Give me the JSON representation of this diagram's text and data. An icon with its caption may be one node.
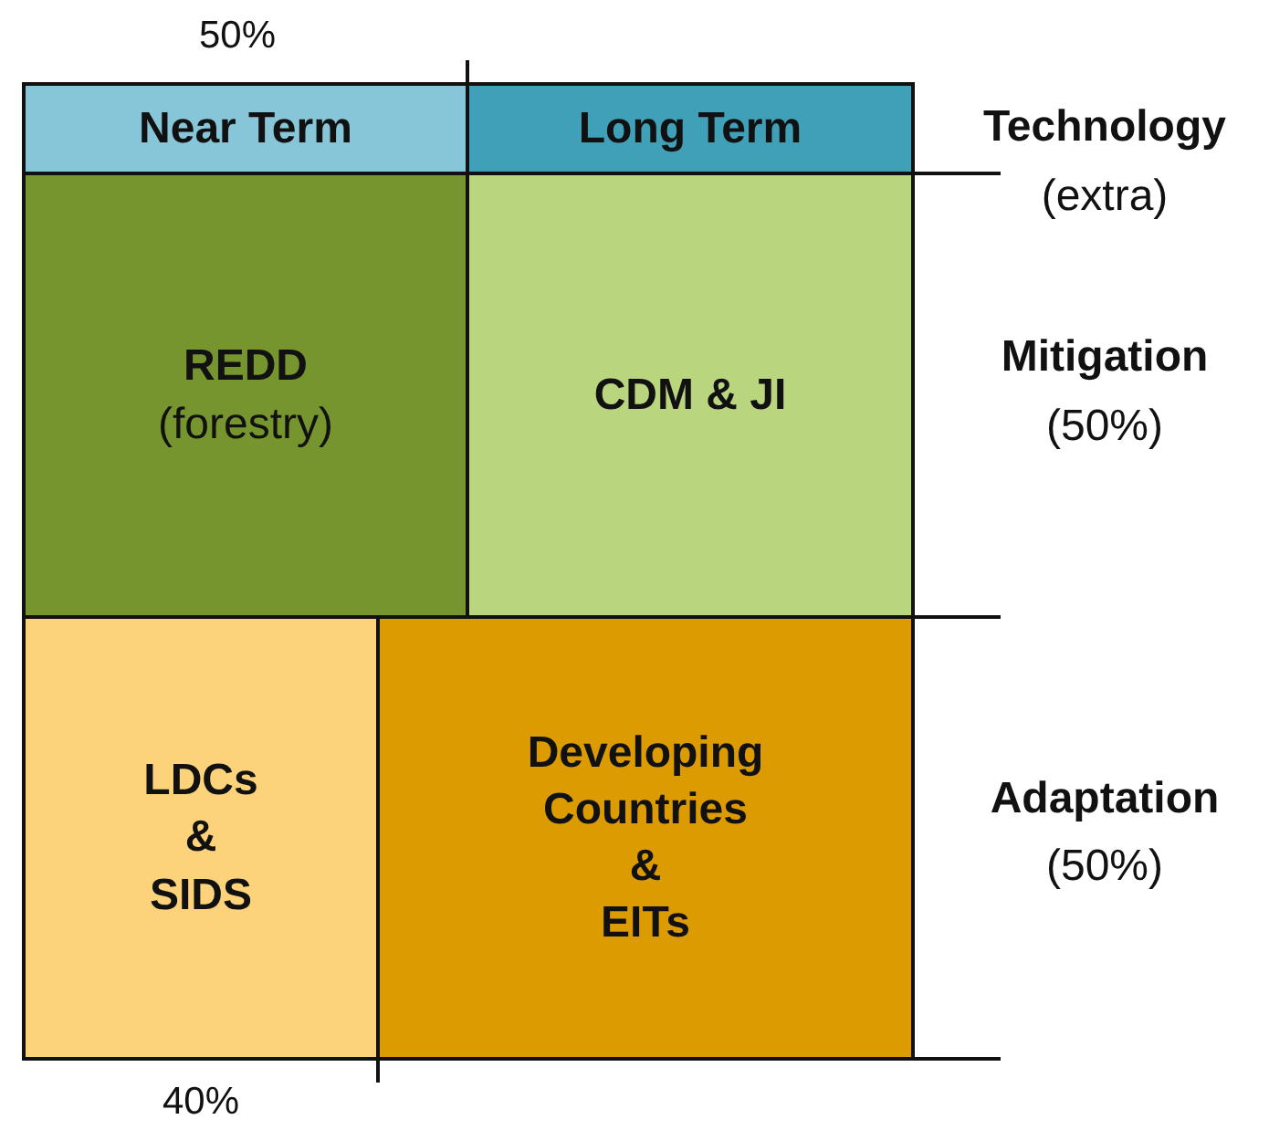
{
  "diagram": {
    "nodes": [
      {
        "text": [
          "Near Term"
        ]
      },
      {
        "text": [
          "Long Term"
        ]
      },
      {
        "text": [
          "REDD",
          "(forestry)"
        ]
      },
      {
        "text": [
          "CDM & JI"
        ]
      },
      {
        "text": [
          "LDCs & SIDS"
        ]
      },
      {
        "text": [
          "Developing Countries & EITs"
        ]
      }
    ],
    "labels": [
      "50%",
      "Technology",
      "(extra)",
      "Mitigation",
      "(50%)",
      "Adaptation",
      "(50%)",
      "40%"
    ]
  }
}
